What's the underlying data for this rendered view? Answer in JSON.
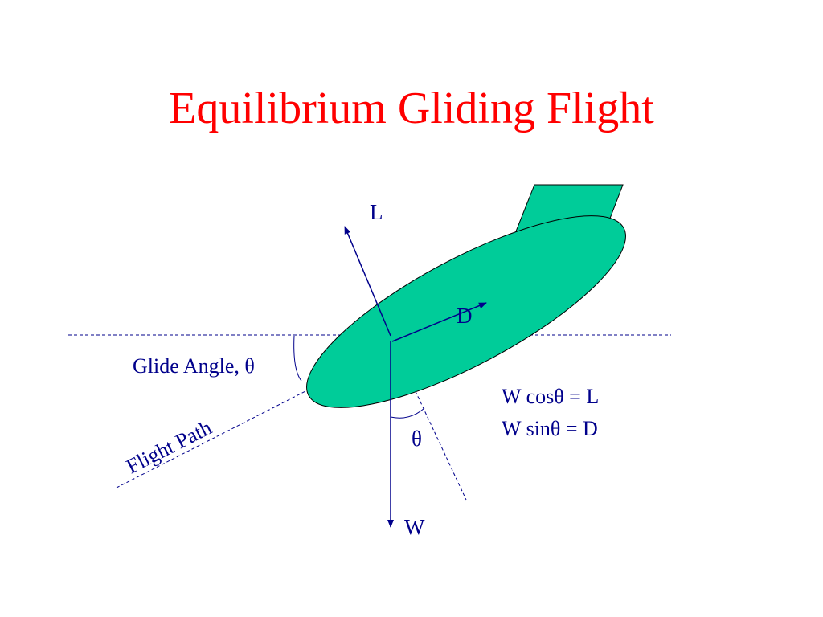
{
  "slide": {
    "title": "Equilibrium Gliding Flight"
  },
  "diagram": {
    "labels": {
      "lift": "L",
      "drag": "D",
      "weight": "W",
      "glide_angle": "Glide Angle, θ",
      "theta": "θ",
      "flight_path": "Flight Path"
    },
    "equations": [
      "W cosθ = L",
      "W sinθ = D"
    ],
    "colors": {
      "title": "#ff0000",
      "glider_fill": "#00cc99",
      "vectors": "#00008b",
      "dashed_lines": "#00008b"
    }
  }
}
